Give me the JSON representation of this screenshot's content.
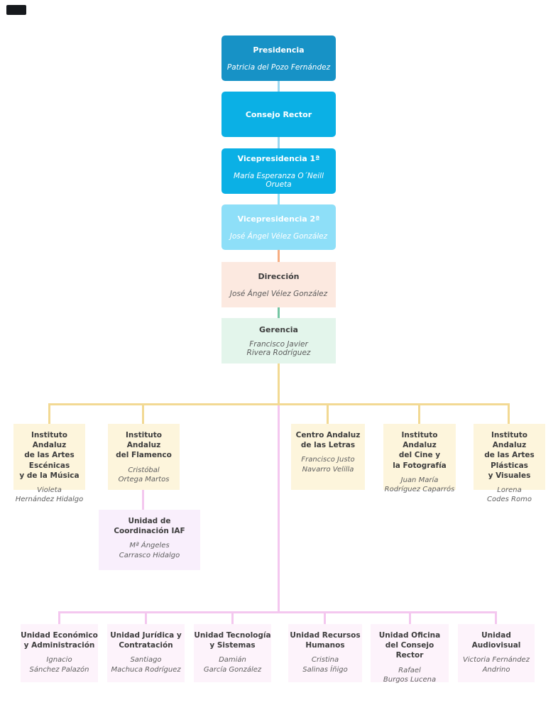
{
  "org": {
    "chain": [
      {
        "title": "Presidencia",
        "name": "Patricia del Pozo Fernández"
      },
      {
        "title": "Consejo Rector",
        "name": ""
      },
      {
        "title": "Vicepresidencia 1ª",
        "name": "María Esperanza O´Neill Orueta"
      },
      {
        "title": "Vicepresidencia 2ª",
        "name": "José Ángel Vélez González"
      },
      {
        "title": "Dirección",
        "name": "José Ángel Vélez González"
      },
      {
        "title": "Gerencia",
        "name": "Francisco Javier\nRivera Rodríguez"
      }
    ],
    "institutes": [
      {
        "title": "Instituto Andaluz\nde las Artes\nEscénicas\ny de la Música",
        "name": "Violeta\nHernández Hidalgo"
      },
      {
        "title": "Instituto Andaluz\ndel Flamenco",
        "name": "Cristóbal\nOrtega Martos"
      },
      {
        "title": "Centro Andaluz\nde las Letras",
        "name": "Francisco Justo\nNavarro Velilla"
      },
      {
        "title": "Instituto Andaluz\ndel Cine y\nla Fotografía",
        "name": "Juan María\nRodríguez Caparrós"
      },
      {
        "title": "Instituto Andaluz\nde las Artes\nPlásticas\ny Visuales",
        "name": "Lorena\nCodes Romo"
      }
    ],
    "coordination_unit": {
      "title": "Unidad de\nCoordinación IAF",
      "name": "Mª Ángeles\nCarrasco Hidalgo"
    },
    "units": [
      {
        "title": "Unidad Económico\ny Administración",
        "name": "Ignacio\nSánchez Palazón"
      },
      {
        "title": "Unidad Jurídica y\nContratación",
        "name": "Santiago\nMachuca Rodríguez"
      },
      {
        "title": "Unidad Tecnología\ny Sistemas",
        "name": "Damián\nGarcía González"
      },
      {
        "title": "Unidad Recursos\nHumanos",
        "name": "Cristina\nSalinas Íñigo"
      },
      {
        "title": "Unidad Oficina\ndel Consejo Rector",
        "name": "Rafael\nBurgos Lucena"
      },
      {
        "title": "Unidad\nAudiovisual",
        "name": "Victoria Fernández\nAndrino"
      }
    ],
    "colors": {
      "presidencia_fill": "#1792c6",
      "consejo_rector_fill": "#0bb0e5",
      "vicepresidencia_1_fill": "#0bb0e5",
      "vicepresidencia_2_fill": "#8edff8",
      "direccion_fill": "#fce9e0",
      "gerencia_fill": "#e3f5eb",
      "institute_fill": "#fdf5dc",
      "coordination_fill": "#f9effc",
      "unit_fill": "#fdf3fb",
      "connector_blue": "#9bd7f0",
      "connector_sky": "#8edff8",
      "connector_orange": "#f6ad82",
      "connector_green": "#74c6a3",
      "connector_gold": "#f2d993",
      "connector_pink": "#f4c7ef"
    }
  }
}
